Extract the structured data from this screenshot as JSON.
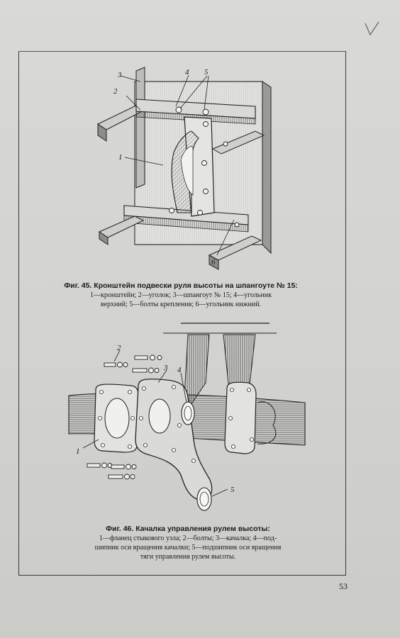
{
  "page_number": "53",
  "corner_mark": "V",
  "figure45": {
    "title": "Фиг. 45. Кронштейн подвески руля высоты на шпангоуте № 15:",
    "legend_line1": "1—кронштейн; 2—уголок; 3—шпангоут № 15; 4—угольник",
    "legend_line2": "верхний; 5—болты крепления; 6—угольник нижний.",
    "callouts": [
      "1",
      "2",
      "3",
      "4",
      "5",
      "6"
    ]
  },
  "figure46": {
    "title": "Фиг. 46. Качалка управления рулем высоты:",
    "legend_line1": "1—фланец стыкового узла; 2—болты; 3—качалка; 4—под-",
    "legend_line2": "шипник оси вращения качалки; 5—подшипник оси вращения",
    "legend_line3": "тяги управления рулем высоты.",
    "callouts": [
      "1",
      "2",
      "3",
      "4",
      "5"
    ]
  }
}
